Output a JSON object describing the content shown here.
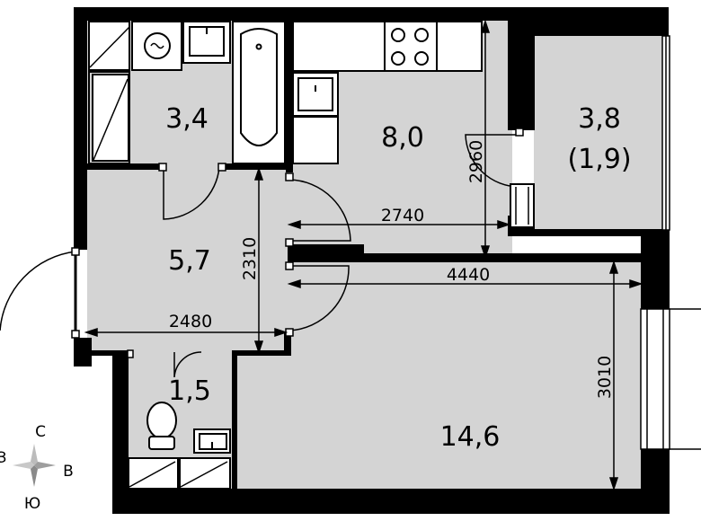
{
  "rooms": {
    "bathroom_area": "3,4",
    "kitchen_area": "8,0",
    "balcony_area": "3,8",
    "balcony_reduced_area": "(1,9)",
    "hall_area": "5,7",
    "toilet_area": "1,5",
    "living_area": "14,6"
  },
  "dimensions": {
    "kitchen_depth": "2960",
    "kitchen_width": "2740",
    "hall_depth": "2310",
    "living_width": "4440",
    "hall_width": "2480",
    "living_depth": "3010"
  },
  "compass": {
    "north": "С",
    "south": "Ю",
    "east": "В",
    "west": "З"
  },
  "colors": {
    "floor": "#d4d4d4",
    "wall": "#000000",
    "line": "#000000",
    "background": "#ffffff"
  }
}
